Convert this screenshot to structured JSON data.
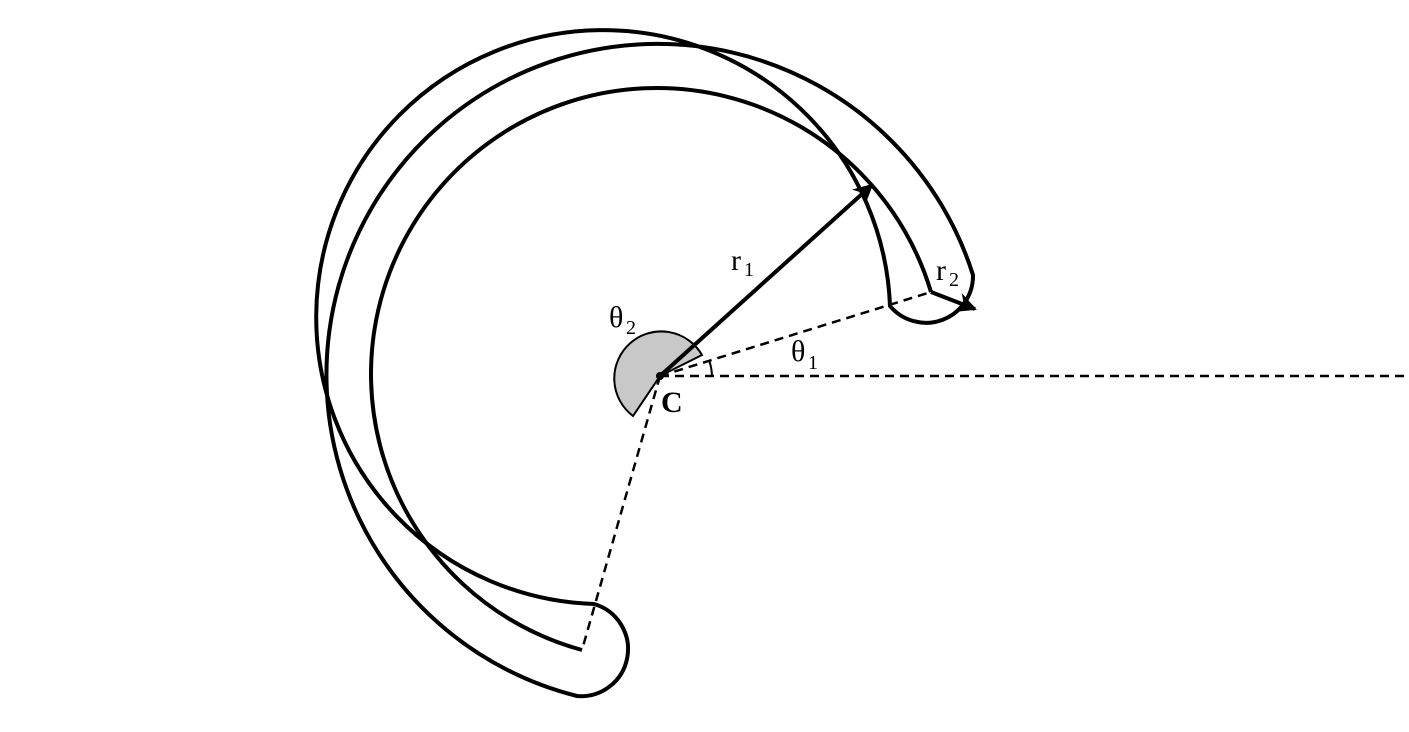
{
  "labels": {
    "r1": {
      "main": "r",
      "sub": "1"
    },
    "r2": {
      "main": "r",
      "sub": "2"
    },
    "theta1": {
      "main": "θ",
      "sub": "1"
    },
    "theta2": {
      "main": "θ",
      "sub": "2"
    },
    "center": "C"
  },
  "colors": {
    "stroke": "#000000",
    "angle_fill": "#c8c8c8",
    "background": "#ffffff"
  }
}
